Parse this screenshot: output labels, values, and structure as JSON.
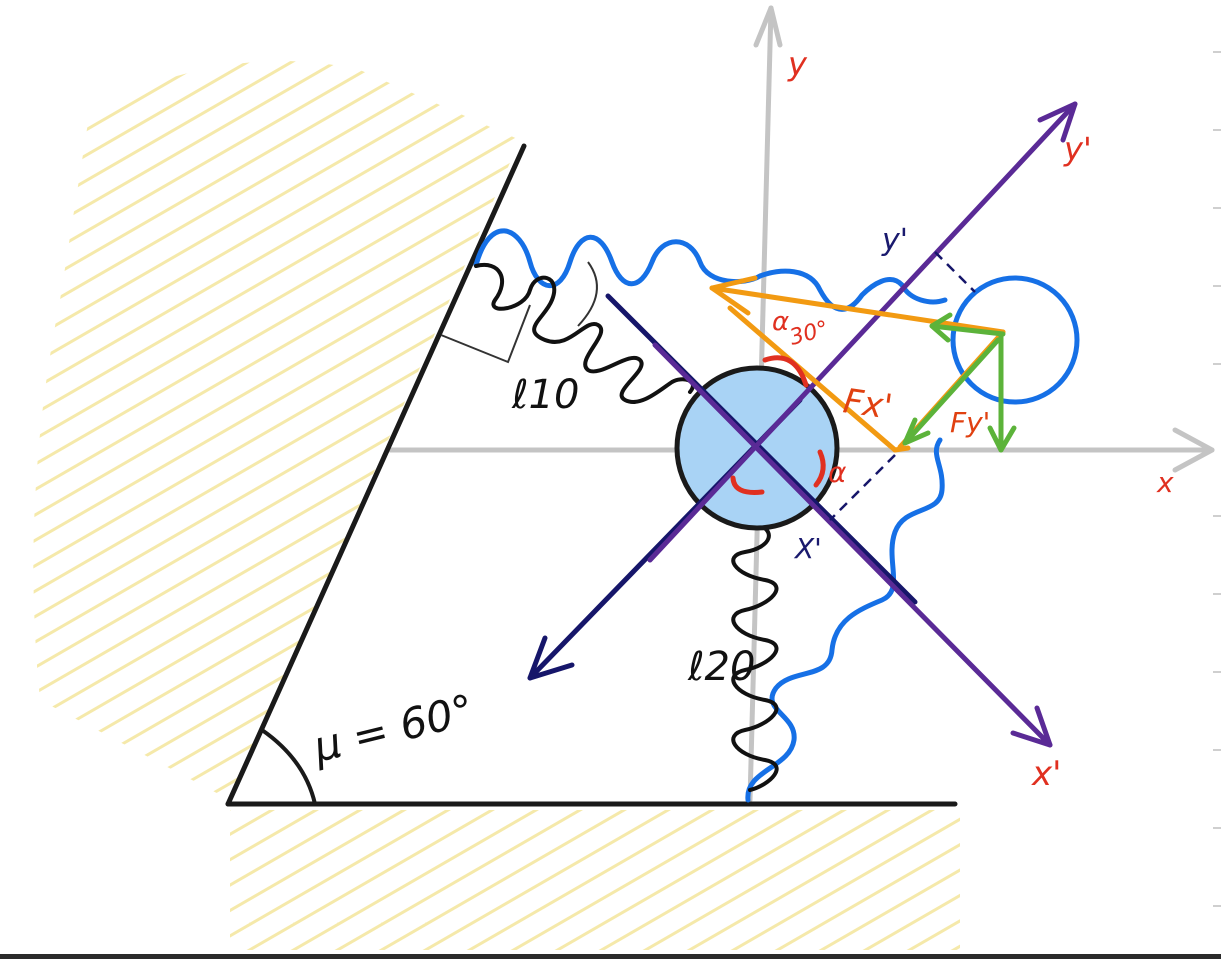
{
  "labels": {
    "axis_y": "y",
    "axis_x": "x",
    "axis_y_prime": "y'",
    "axis_x_prime": "x'",
    "proj_y_prime": "y'",
    "proj_x_prime": "X'",
    "spring1": "ℓ10",
    "spring2": "ℓ20",
    "angle_mu": "μ = 60°",
    "angle_alpha_top": "α",
    "angle_30": "30°",
    "angle_alpha_right": "α",
    "force_fx": "Fx'",
    "force_fy": "Fy'"
  },
  "colors": {
    "axis_gray": "#c4c4c4",
    "wall": "#1a1a1a",
    "hatch": "#f4e6a0",
    "spring_blue": "#1670e6",
    "ball_fill": "#a9d3f5",
    "navy": "#16166a",
    "purple": "#5a2a96",
    "orange": "#f29a12",
    "green": "#5cb33a",
    "red": "#e03020"
  }
}
